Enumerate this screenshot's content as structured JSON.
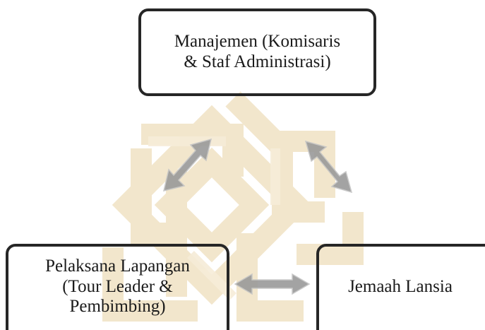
{
  "diagram": {
    "nodes": {
      "management": {
        "line1": "Manajemen (Komisaris",
        "line2": "& Staf Administrasi)"
      },
      "field_staff": {
        "line1": "Pelaksana Lapangan",
        "line2": "(Tour Leader &",
        "line3": "Pembimbing)"
      },
      "elderly_pilgrims": {
        "line1": "Jemaah Lansia"
      }
    },
    "connections": [
      {
        "from": "management",
        "to": "field_staff",
        "direction": "bidirectional"
      },
      {
        "from": "management",
        "to": "elderly_pilgrims",
        "direction": "bidirectional"
      },
      {
        "from": "field_staff",
        "to": "elderly_pilgrims",
        "direction": "bidirectional"
      }
    ],
    "colors": {
      "box_border": "#262626",
      "text": "#1a1a1a",
      "arrow_fill": "#9a9a9a",
      "arrow_edge": "#c4c4c4",
      "watermark_gold": "#f0e2c4"
    }
  }
}
